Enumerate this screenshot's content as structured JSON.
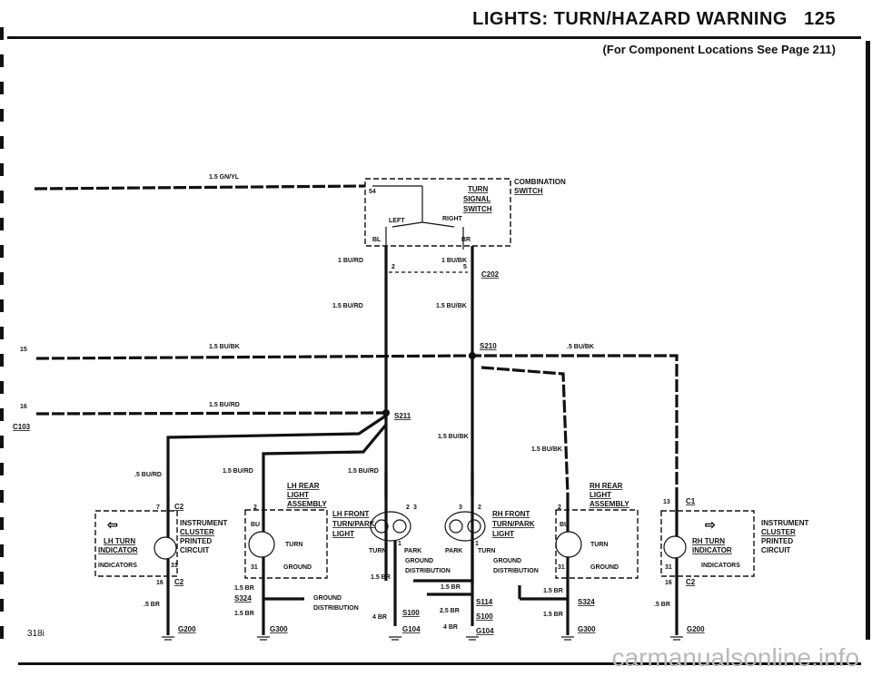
{
  "header": {
    "title": "LIGHTS: TURN/HAZARD WARNING",
    "page_number": "125",
    "subtitle": "(For Component Locations See Page 211)"
  },
  "footer": {
    "page_id": "318i",
    "watermark": "carmanualsonline.info"
  },
  "diagram": {
    "wire_top": "1.5 GN/YL",
    "combination_switch": {
      "label_1": "COMBINATION",
      "label_2": "SWITCH",
      "turn_1": "TURN",
      "turn_2": "SIGNAL",
      "turn_3": "SWITCH",
      "pin_54": "54",
      "left": "LEFT",
      "right": "RIGHT",
      "bl": "BL",
      "br": "BR"
    },
    "wire_bu_rd_1": "1 BU/RD",
    "wire_bu_bk_1": "1 BU/BK",
    "pin_2": "2",
    "pin_5": "5",
    "c202": "C202",
    "wire_bu_rd_15": "1.5 BU/RD",
    "wire_bu_bk_15": "1.5 BU/BK",
    "pin_15": "15",
    "pin_16": "16",
    "c103": "C103",
    "wire_bu_bk_left": "1.5 BU/BK",
    "s210": "S210",
    "wire_bu_bk_05": ".5 BU/BK",
    "wire_bu_rd_left": "1.5 BU/RD",
    "s211": "S211",
    "wire_bu_bk_mid": "1.5 BU/BK",
    "wire_bu_bk_right": "1.5 BU/BK",
    "wire_bu_rd_05": ".5 BU/RD",
    "wire_bu_rd_lhrear": "1.5 BU/RD",
    "wire_bu_rd_lhfront": "1.5 BU/RD",
    "lh_instrument": {
      "pin_7": "7",
      "c2": "C2",
      "instrument": "INSTRUMENT",
      "cluster": "CLUSTER",
      "printed": "PRINTED",
      "circuit": "CIRCUIT",
      "lh_turn": "LH TURN",
      "indicator": "INDICATOR",
      "indicators": "INDICATORS",
      "pin_31": "31",
      "pin_16": "16",
      "c2_b": "C2",
      "wire_05br": ".5 BR",
      "g200": "G200"
    },
    "lh_rear": {
      "lh": "LH REAR",
      "light": "LIGHT",
      "assembly": "ASSEMBLY",
      "pin_2": "2",
      "bu": "BU",
      "turn": "TURN",
      "pin_31": "31",
      "ground": "GROUND",
      "wire_15br": "1.5 BR",
      "s324": "S324",
      "wire_15br_b": "1.5 BR",
      "g300": "G300",
      "gd_1": "GROUND",
      "gd_2": "DISTRIBUTION"
    },
    "lh_front": {
      "label_1": "LH FRONT",
      "label_2": "TURN/PARK",
      "label_3": "LIGHT",
      "pin_2": "2",
      "pin_3": "3",
      "pin_1": "1",
      "turn": "TURN",
      "park": "PARK",
      "wire_15br": "1.5 BR",
      "wire_4br": "4 BR",
      "s100": "S100",
      "g104": "G104"
    },
    "center_ground": {
      "gd_1": "GROUND",
      "gd_2": "DISTRIBUTION",
      "wire_15br": "1.5 BR",
      "wire_25br": "2.5 BR",
      "s114": "S114",
      "s100": "S100",
      "wire_4br": "4 BR",
      "g104": "G104"
    },
    "rh_front": {
      "label_1": "RH FRONT",
      "label_2": "TURN/PARK",
      "label_3": "LIGHT",
      "pin_3": "3",
      "pin_2": "2",
      "pin_1": "1",
      "park": "PARK",
      "turn": "TURN"
    },
    "rh_rear": {
      "label_1": "RH REAR",
      "label_2": "LIGHT",
      "label_3": "ASSEMBLY",
      "pin_2": "2",
      "bu": "BU",
      "turn": "TURN",
      "pin_31": "31",
      "ground": "GROUND",
      "gd_1": "GROUND",
      "gd_2": "DISTRIBUTION",
      "wire_15br": "1.5 BR",
      "s324": "S324",
      "wire_15br_b": "1.5 BR",
      "g300": "G300"
    },
    "rh_instrument": {
      "pin_13": "13",
      "c1": "C1",
      "instrument": "INSTRUMENT",
      "cluster": "CLUSTER",
      "printed": "PRINTED",
      "circuit": "CIRCUIT",
      "rh_turn": "RH TURN",
      "indicator": "INDICATOR",
      "indicators": "INDICATORS",
      "pin_31": "31",
      "pin_16": "16",
      "c2": "C2",
      "wire_05br": ".5 BR",
      "g200": "G200"
    }
  }
}
